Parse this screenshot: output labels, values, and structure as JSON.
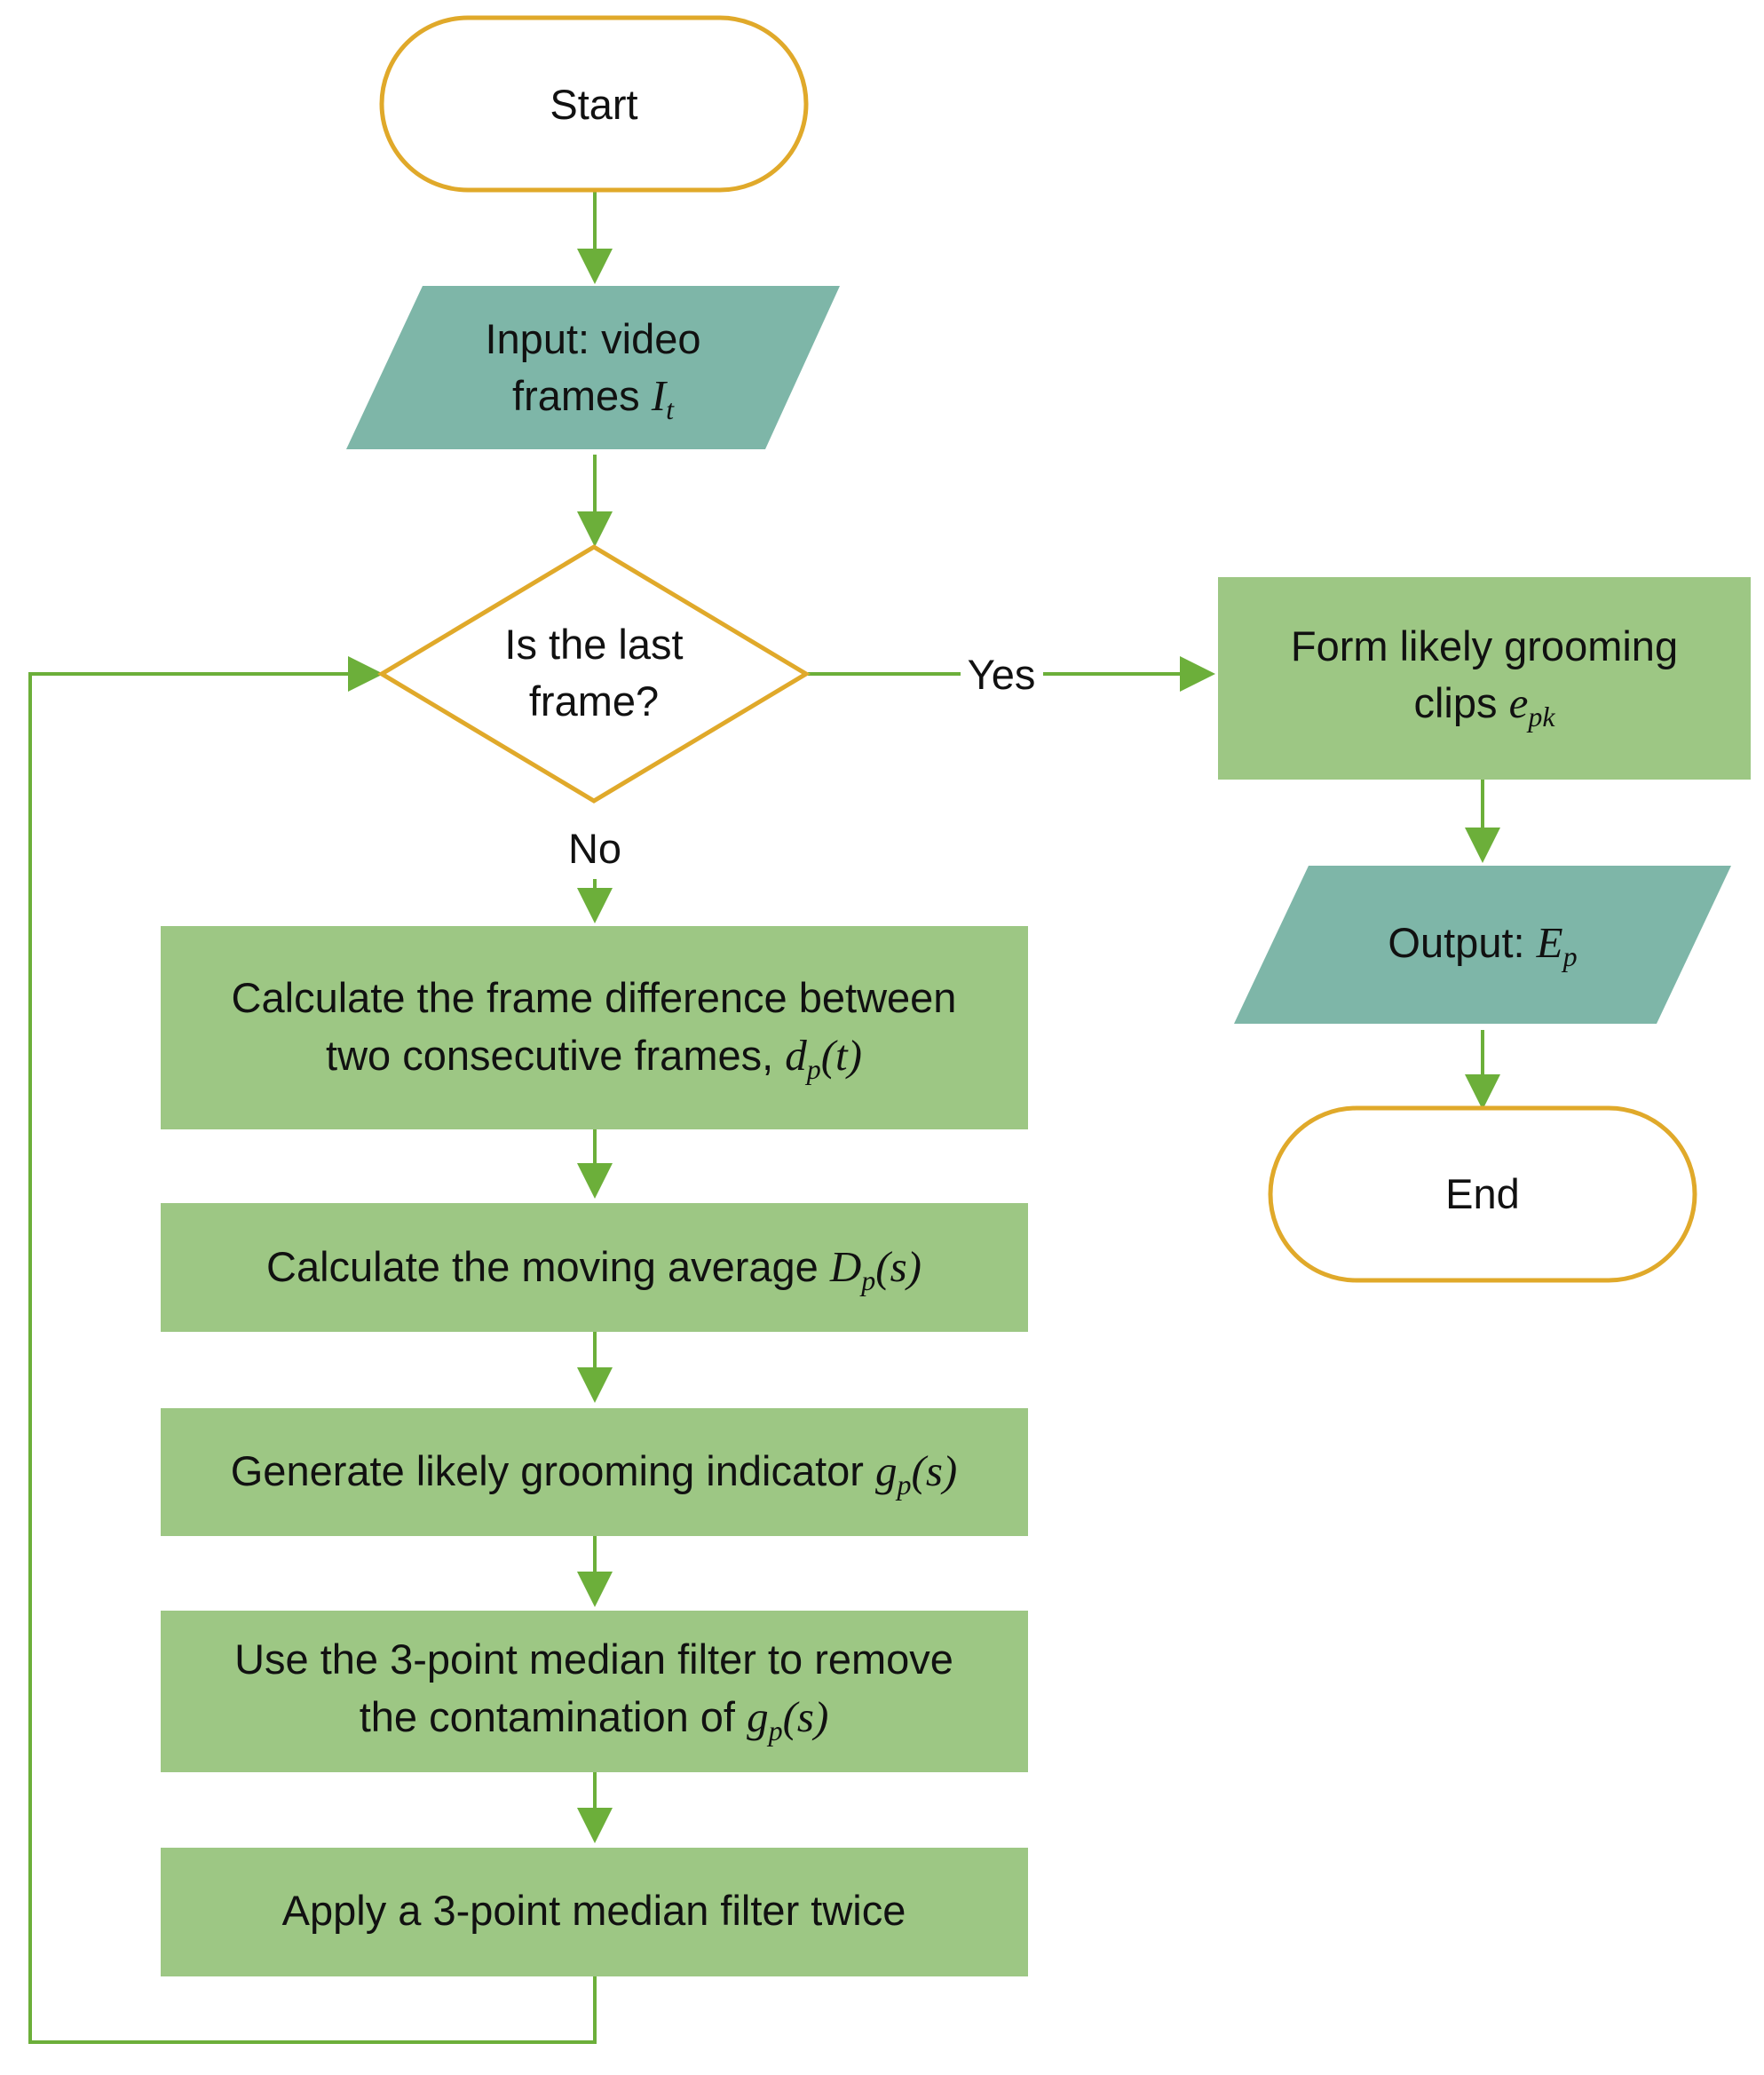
{
  "colors": {
    "terminal_stroke": "#E0A92A",
    "terminal_fill": "#FFFFFF",
    "io_fill": "#7EB6A8",
    "process_fill": "#9DC784",
    "decision_stroke": "#E0A92A",
    "arrow": "#6CAF3A"
  },
  "nodes": {
    "start": {
      "label": "Start"
    },
    "input": {
      "line1": "Input: video",
      "line2_text": "frames ",
      "line2_math": "I",
      "line2_sub": "t"
    },
    "decision": {
      "line1": "Is the last",
      "line2": "frame?"
    },
    "calc_diff": {
      "line1": "Calculate the frame difference between",
      "line2_text": "two consecutive frames, ",
      "line2_math": "d",
      "line2_sub": "p",
      "line2_tail": "(t)"
    },
    "moving_avg": {
      "text": "Calculate the moving average ",
      "math": "D",
      "sub": "p",
      "tail": "(s)"
    },
    "indicator": {
      "text": "Generate likely grooming indicator ",
      "math": "g",
      "sub": "p",
      "tail": "(s)"
    },
    "median1": {
      "line1": "Use the 3-point median filter to remove",
      "line2_text": "the contamination of ",
      "line2_math": "g",
      "line2_sub": "p",
      "line2_tail": "(s)"
    },
    "median2": {
      "label": "Apply a 3-point median filter twice"
    },
    "form_clips": {
      "line1": "Form likely grooming",
      "line2_text": "clips ",
      "line2_math": "e",
      "line2_sub": "pk"
    },
    "output": {
      "text": "Output: ",
      "math": "E",
      "sub": "p"
    },
    "end": {
      "label": "End"
    }
  },
  "edges": {
    "yes_label": "Yes",
    "no_label": "No"
  }
}
